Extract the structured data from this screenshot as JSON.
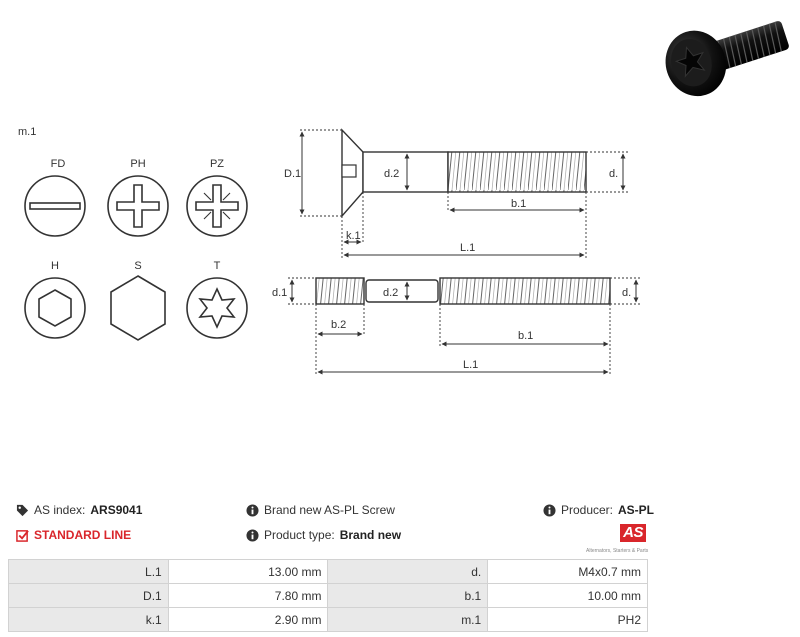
{
  "drawing": {
    "group_label": "m.1",
    "head_types": [
      {
        "code": "FD",
        "shape": "slot"
      },
      {
        "code": "PH",
        "shape": "phillips"
      },
      {
        "code": "PZ",
        "shape": "pozidriv"
      },
      {
        "code": "H",
        "shape": "hex-socket"
      },
      {
        "code": "S",
        "shape": "hex-head"
      },
      {
        "code": "T",
        "shape": "torx"
      }
    ],
    "screw_dimensions": {
      "head_diameter": "D.1",
      "neck_diameter": "d.2",
      "thread_diameter": "d.",
      "head_height": "k.1",
      "thread_length": "b.1",
      "total_length": "L.1"
    },
    "stud_dimensions": {
      "end_diameter": "d.1",
      "neck_diameter": "d.2",
      "thread_diameter": "d.",
      "short_thread": "b.2",
      "thread_length": "b.1",
      "total_length": "L.1"
    }
  },
  "info": {
    "index_label": "AS index:",
    "index_value": "ARS9041",
    "description": "Brand new AS-PL Screw",
    "producer_label": "Producer:",
    "producer_value": "AS-PL",
    "line_label": "STANDARD LINE",
    "product_type_label": "Product type:",
    "product_type_value": "Brand new",
    "logo_mark": "AS",
    "logo_tagline": "Alternators, Starters & Parts"
  },
  "colors": {
    "accent": "#d9262b",
    "table_key_bg": "#e9e9e9",
    "border": "#d2d2d2"
  },
  "spec_rows": [
    [
      {
        "key": "L.1",
        "value": "13.00 mm"
      },
      {
        "key": "d.",
        "value": "M4x0.7 mm"
      }
    ],
    [
      {
        "key": "D.1",
        "value": "7.80 mm"
      },
      {
        "key": "b.1",
        "value": "10.00 mm"
      }
    ],
    [
      {
        "key": "k.1",
        "value": "2.90 mm"
      },
      {
        "key": "m.1",
        "value": "PH2"
      }
    ]
  ]
}
